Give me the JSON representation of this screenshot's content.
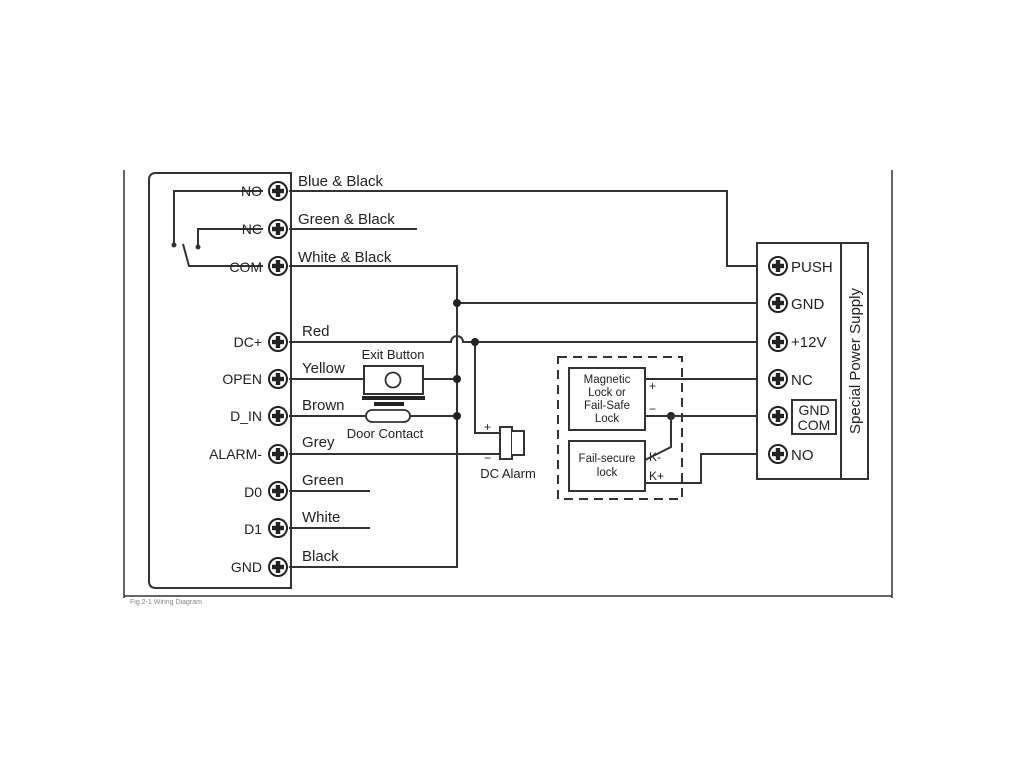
{
  "controller": {
    "terminals": [
      "NO",
      "NC",
      "COM",
      "DC+",
      "OPEN",
      "D_IN",
      "ALARM-",
      "D0",
      "D1",
      "GND"
    ]
  },
  "wires": [
    "Blue & Black",
    "Green & Black",
    "White & Black",
    "Red",
    "Yellow",
    "Brown",
    "Grey",
    "Green",
    "White",
    "Black"
  ],
  "exit_button": "Exit Button",
  "door_contact": "Door Contact",
  "dc_alarm": {
    "label": "DC Alarm",
    "plus": "+",
    "minus": "−"
  },
  "lock_mag": {
    "lines": [
      "Magnetic",
      "Lock or",
      "Fail-Safe",
      "Lock"
    ],
    "plus": "+",
    "minus": "−"
  },
  "lock_fs": {
    "lines": [
      "Fail-secure",
      "lock"
    ],
    "k_minus": "K-",
    "k_plus": "K+"
  },
  "power_supply": {
    "title": "Special Power Supply",
    "terminals": [
      "PUSH",
      "GND",
      "+12V",
      "NC",
      "GND COM",
      "NO"
    ],
    "gnd_com_lines": [
      "GND",
      "COM"
    ]
  },
  "caption": "Fig 2-1 Wiring Diagram"
}
